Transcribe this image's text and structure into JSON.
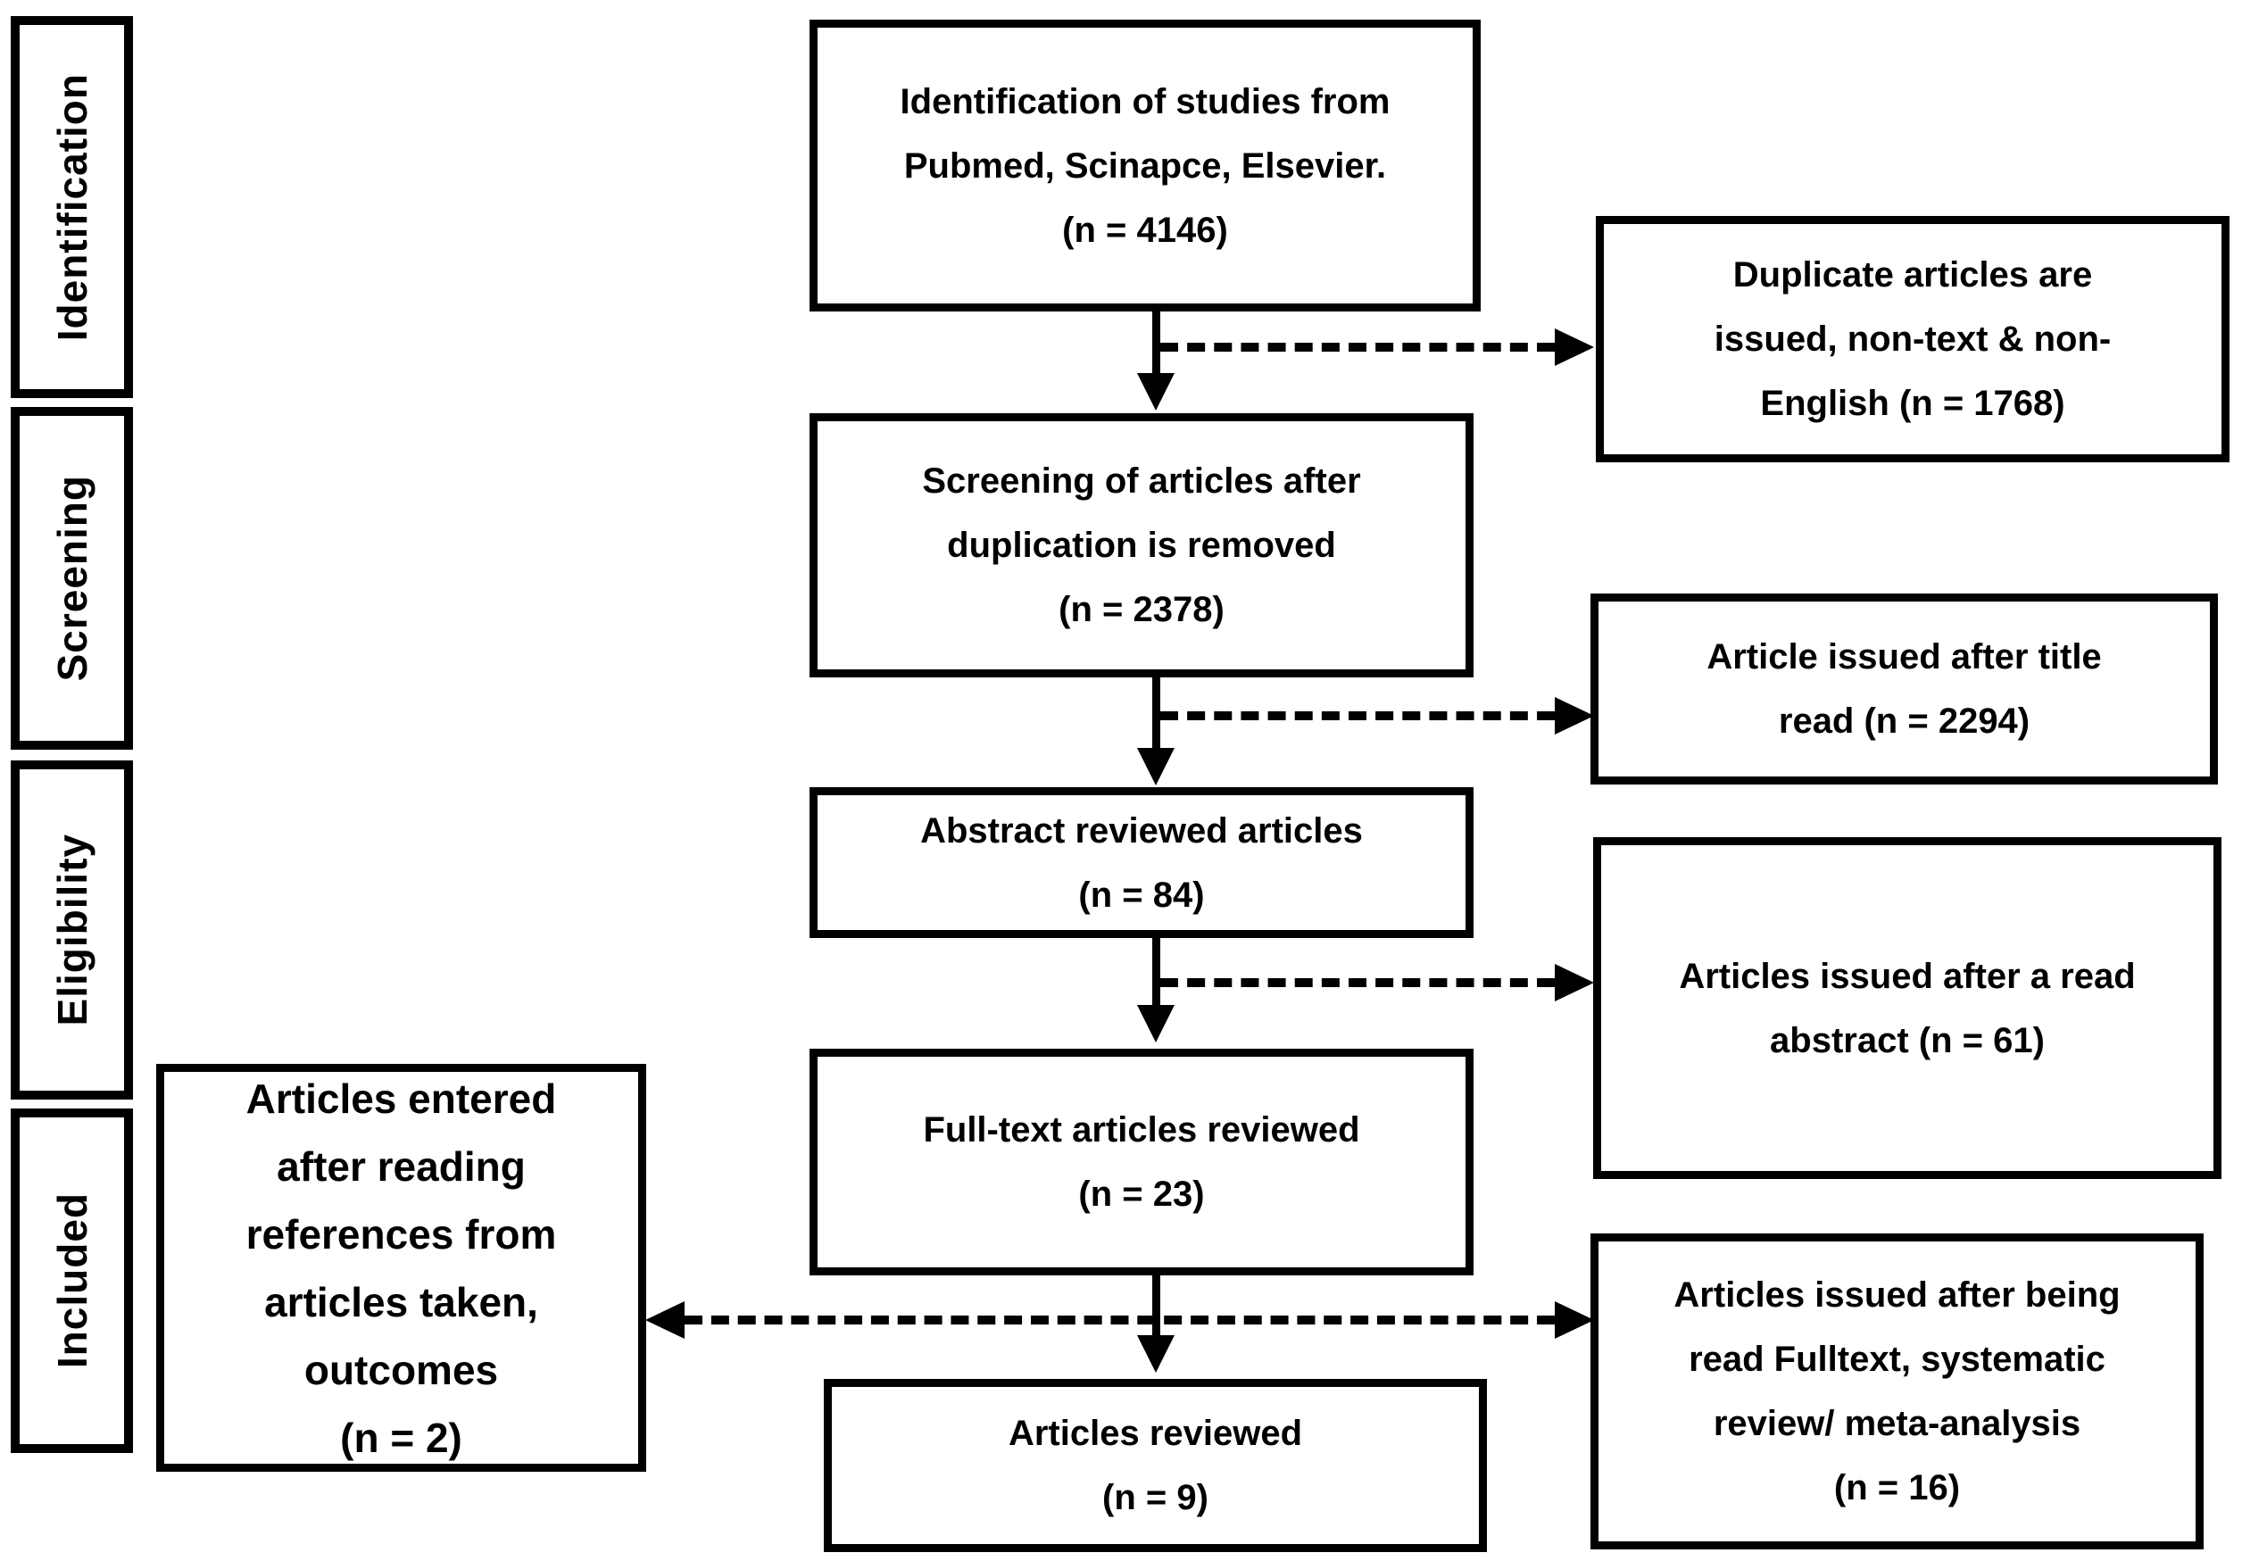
{
  "colors": {
    "ink": "#000000",
    "background": "#ffffff"
  },
  "sidebar": {
    "stages": [
      {
        "label": "Identification"
      },
      {
        "label": "Screening"
      },
      {
        "label": "Eligibility"
      },
      {
        "label": "Included"
      }
    ]
  },
  "main_flow": [
    {
      "lines": [
        "Identification of studies from",
        "Pubmed, Scinapce, Elsevier.",
        "(n = 4146)"
      ],
      "n": 4146
    },
    {
      "lines": [
        "Screening of articles after",
        "duplication is removed",
        "(n = 2378)"
      ],
      "n": 2378
    },
    {
      "lines": [
        "Abstract reviewed articles",
        "(n = 84)"
      ],
      "n": 84
    },
    {
      "lines": [
        "Full-text articles reviewed",
        "(n = 23)"
      ],
      "n": 23
    },
    {
      "lines": [
        "Articles reviewed",
        "(n = 9)"
      ],
      "n": 9
    }
  ],
  "excluded_flow": [
    {
      "lines": [
        "Duplicate articles are",
        "issued, non-text & non-",
        "English (n = 1768)"
      ],
      "n": 1768
    },
    {
      "lines": [
        "Article issued after title",
        "read (n = 2294)"
      ],
      "n": 2294
    },
    {
      "lines": [
        "Articles issued after a read",
        "abstract (n = 61)"
      ],
      "n": 61
    },
    {
      "lines": [
        "Articles issued after being",
        "read Fulltext, systematic",
        "review/ meta-analysis",
        "(n = 16)"
      ],
      "n": 16
    }
  ],
  "included_flow": {
    "lines": [
      "Articles entered",
      "after reading",
      "references from",
      "articles taken,",
      "outcomes",
      "(n = 2)"
    ],
    "n": 2
  }
}
